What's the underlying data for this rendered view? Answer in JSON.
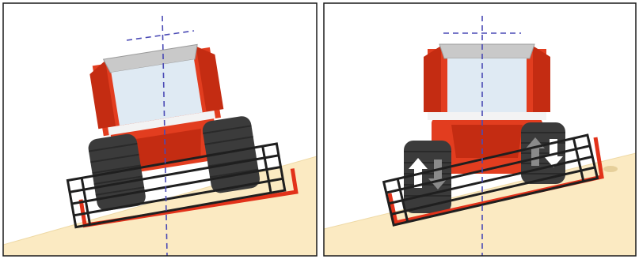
{
  "figure": {
    "panels": [
      {
        "id": "left",
        "state": "tilted-with-slope",
        "wheel_arrows": false
      },
      {
        "id": "right",
        "state": "leveled-body",
        "wheel_arrows": true,
        "arrow_icons": [
          "up-down-arrows-icon",
          "up-down-arrows-icon"
        ]
      }
    ],
    "colors": {
      "frame": "#1a1a1a",
      "ground": "#fbeac2",
      "ground_edge": "#eed9a5",
      "cab_red": "#e23d1f",
      "cab_red_dark": "#c42c12",
      "window": "#dfeaf3",
      "roof": "#c9c9c9",
      "tire": "#3b3b3b",
      "tire_dark": "#2a2a2a",
      "reel": "#1f1f1f",
      "skid": "#e2321a",
      "guide": "#4a4ab5",
      "arrow_white": "#ffffff",
      "arrow_grey": "#8a8a8a"
    }
  }
}
